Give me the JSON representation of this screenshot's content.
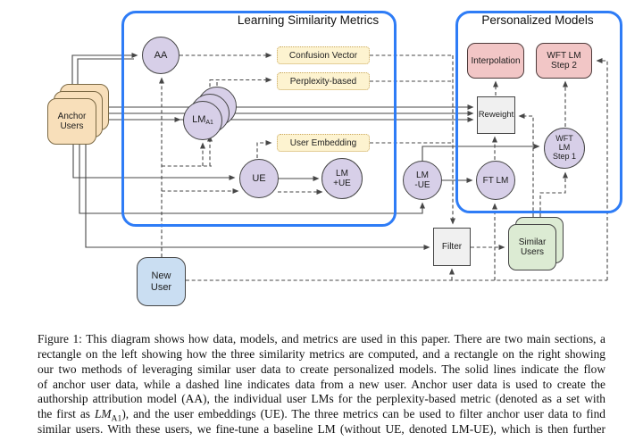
{
  "diagram": {
    "left_section_title": "Learning Similarity Metrics",
    "right_section_title": "Personalized Models",
    "nodes": {
      "anchor_users": {
        "line1": "Anchor",
        "line2": "Users"
      },
      "aa": {
        "label": "AA"
      },
      "lm_a1": {
        "label": "LM",
        "subscript": "A1"
      },
      "ue": {
        "label": "UE"
      },
      "lm_plus_ue": {
        "line1": "LM",
        "line2": "+UE"
      },
      "lm_minus_ue": {
        "line1": "LM",
        "line2": "-UE"
      },
      "ft_lm": {
        "label": "FT LM"
      },
      "wft_lm_step1": {
        "line1": "WFT",
        "line2": "LM",
        "line3": "Step 1"
      },
      "interpolation": {
        "label": "Interpolation"
      },
      "wft_lm_step2": {
        "line1": "WFT LM",
        "line2": "Step 2"
      },
      "reweight": {
        "label": "Reweight"
      },
      "filter": {
        "label": "Filter"
      },
      "similar_users": {
        "line1": "Similar",
        "line2": "Users"
      },
      "new_user": {
        "line1": "New",
        "line2": "User"
      }
    },
    "metrics": {
      "confusion_vector": "Confusion Vector",
      "perplexity_based": "Perplexity-based",
      "user_embedding": "User Embedding"
    },
    "colors": {
      "section_border": "#2e7cf6",
      "anchor_fill": "#f8dfba",
      "model_fill": "#d7cfe8",
      "metric_fill": "#fdf3d0",
      "personalized_fill": "#f2c6c6",
      "process_fill": "#f0f0f0",
      "similar_fill": "#dcebd3",
      "new_user_fill": "#cadef2",
      "line": "#474747"
    }
  },
  "caption": {
    "line1": "Figure 1: This diagram shows how data, models, and metrics are used in this paper. There are two main sections, a",
    "line2": "rectangle on the left showing how the three similarity metrics are computed, and a rectangle on the right showing",
    "line3": "our two methods of leveraging similar user data to create personalized models. The solid lines indicate the flow",
    "line4": "of anchor user data, while a dashed line indicates data from a new user. Anchor user data is used to create the",
    "line5": "authorship attribution model (AA), the individual user LMs for the perplexity-based metric (denoted as a set with",
    "line6_pre": "the first as ",
    "line6_math": "LM",
    "line6_sub": "A1",
    "line6_post": "), and the user embeddings (UE). The three metrics can be used to filter anchor user data to find",
    "line7": "similar users. With these users, we fine-tune a baseline LM (without UE, denoted LM-UE), which is then further"
  }
}
